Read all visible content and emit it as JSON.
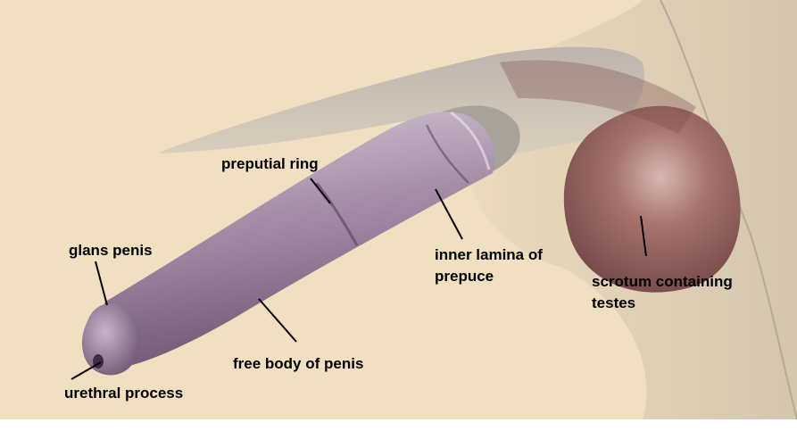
{
  "colors": {
    "page_background": "#ffffff",
    "paper": "#f0dfc0",
    "shaft_light": "#cfc0cf",
    "shaft_mid": "#a18ba3",
    "shaft_dark": "#6d5572",
    "scrotum_light": "#c9a3a0",
    "scrotum_dark": "#7a4d4d",
    "skin_shadow": "#a6a09e",
    "leader_line": "#000000",
    "label_text": "#000000"
  },
  "labels": {
    "preputial_ring": "preputial ring",
    "glans_penis": "glans penis",
    "inner_lamina_line1": "inner lamina of",
    "inner_lamina_line2": "prepuce",
    "scrotum_line1": "scrotum containing",
    "scrotum_line2": "testes",
    "free_body": "free body of penis",
    "urethral_process": "urethral process"
  }
}
